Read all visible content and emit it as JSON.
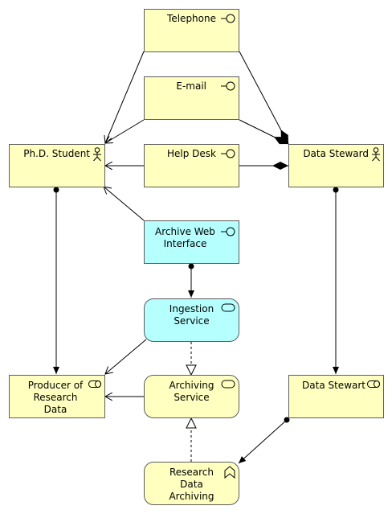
{
  "diagram": {
    "nodes": {
      "telephone": {
        "label": "Telephone",
        "color": "#ffffc0",
        "icon": "interface-icon"
      },
      "email": {
        "label": "E-mail",
        "color": "#ffffc0",
        "icon": "interface-icon"
      },
      "phd_student": {
        "label": "Ph.D. Student",
        "color": "#ffffc0",
        "icon": "actor-icon"
      },
      "help_desk": {
        "label": "Help Desk",
        "color": "#ffffc0",
        "icon": "interface-icon"
      },
      "data_steward_actor": {
        "label": "Data Steward",
        "color": "#ffffc0",
        "icon": "actor-icon"
      },
      "archive_web_interface": {
        "label": "Archive Web\nInterface",
        "color": "#b5ffff",
        "icon": "interface-icon"
      },
      "ingestion_service": {
        "label": "Ingestion\nService",
        "color": "#b5ffff",
        "icon": "service-icon"
      },
      "producer_of_research_data": {
        "label": "Producer of\nResearch\nData",
        "color": "#ffffc0",
        "icon": "role-icon"
      },
      "archiving_service": {
        "label": "Archiving\nService",
        "color": "#ffffc0",
        "icon": "service-icon"
      },
      "data_steward_role": {
        "label": "Data Stewart",
        "color": "#ffffc0",
        "icon": "role-icon"
      },
      "research_data_archiving": {
        "label": "Research\nData\nArchiving",
        "color": "#ffffc0",
        "icon": "function-icon"
      }
    }
  }
}
